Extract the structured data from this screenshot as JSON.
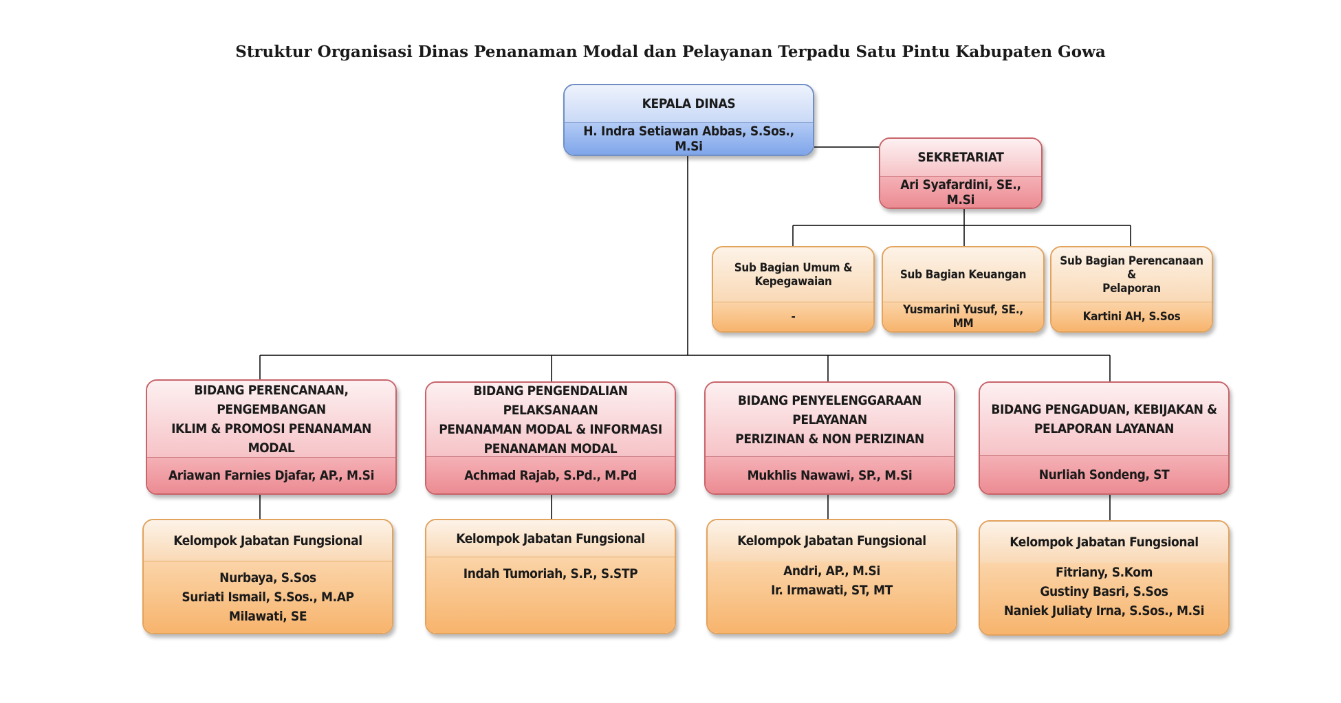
{
  "title": "Struktur Organisasi Dinas Penanaman Modal dan Pelayanan Terpadu Satu Pintu Kabupaten Gowa",
  "colors": {
    "blue": "#7fa5ea",
    "pink": "#ec8b92",
    "orange": "#f7b46d",
    "connector": "#000000"
  },
  "kepala": {
    "title": "KEPALA DINAS",
    "name": "H. Indra Setiawan Abbas, S.Sos., M.Si"
  },
  "sekretariat": {
    "title": "SEKRETARIAT",
    "name": "Ari Syafardini, SE., M.Si"
  },
  "subbagian": [
    {
      "title_lines": [
        "Sub Bagian Umum &",
        "Kepegawaian"
      ],
      "name": "-"
    },
    {
      "title_lines": [
        "Sub Bagian Keuangan"
      ],
      "name": "Yusmarini Yusuf, SE., MM"
    },
    {
      "title_lines": [
        "Sub Bagian Perencanaan &",
        "Pelaporan"
      ],
      "name": "Kartini AH, S.Sos"
    }
  ],
  "bidang": [
    {
      "title_lines": [
        "BIDANG PERENCANAAN, PENGEMBANGAN",
        "IKLIM & PROMOSI PENANAMAN MODAL"
      ],
      "name": "Ariawan Farnies Djafar, AP., M.Si"
    },
    {
      "title_lines": [
        "BIDANG PENGENDALIAN PELAKSANAAN",
        "PENANAMAN MODAL & INFORMASI",
        "PENANAMAN MODAL"
      ],
      "name": "Achmad Rajab, S.Pd., M.Pd"
    },
    {
      "title_lines": [
        "BIDANG PENYELENGGARAAN PELAYANAN",
        "PERIZINAN & NON PERIZINAN"
      ],
      "name": "Mukhlis Nawawi, SP., M.Si"
    },
    {
      "title_lines": [
        "BIDANG PENGADUAN, KEBIJAKAN &",
        "PELAPORAN LAYANAN"
      ],
      "name": "Nurliah Sondeng, ST"
    }
  ],
  "kelompok": [
    {
      "title": "Kelompok Jabatan Fungsional",
      "members": [
        "Nurbaya, S.Sos",
        "Suriati Ismail, S.Sos., M.AP",
        "Milawati, SE"
      ]
    },
    {
      "title": "Kelompok Jabatan Fungsional",
      "members": [
        "Indah Tumoriah, S.P., S.STP"
      ]
    },
    {
      "title": "Kelompok Jabatan Fungsional",
      "members": [
        "Andri, AP., M.Si",
        "Ir. Irmawati, ST, MT"
      ]
    },
    {
      "title": "Kelompok Jabatan Fungsional",
      "members": [
        "Fitriany, S.Kom",
        "Gustiny Basri, S.Sos",
        "Naniek Juliaty Irna, S.Sos., M.Si"
      ]
    }
  ]
}
